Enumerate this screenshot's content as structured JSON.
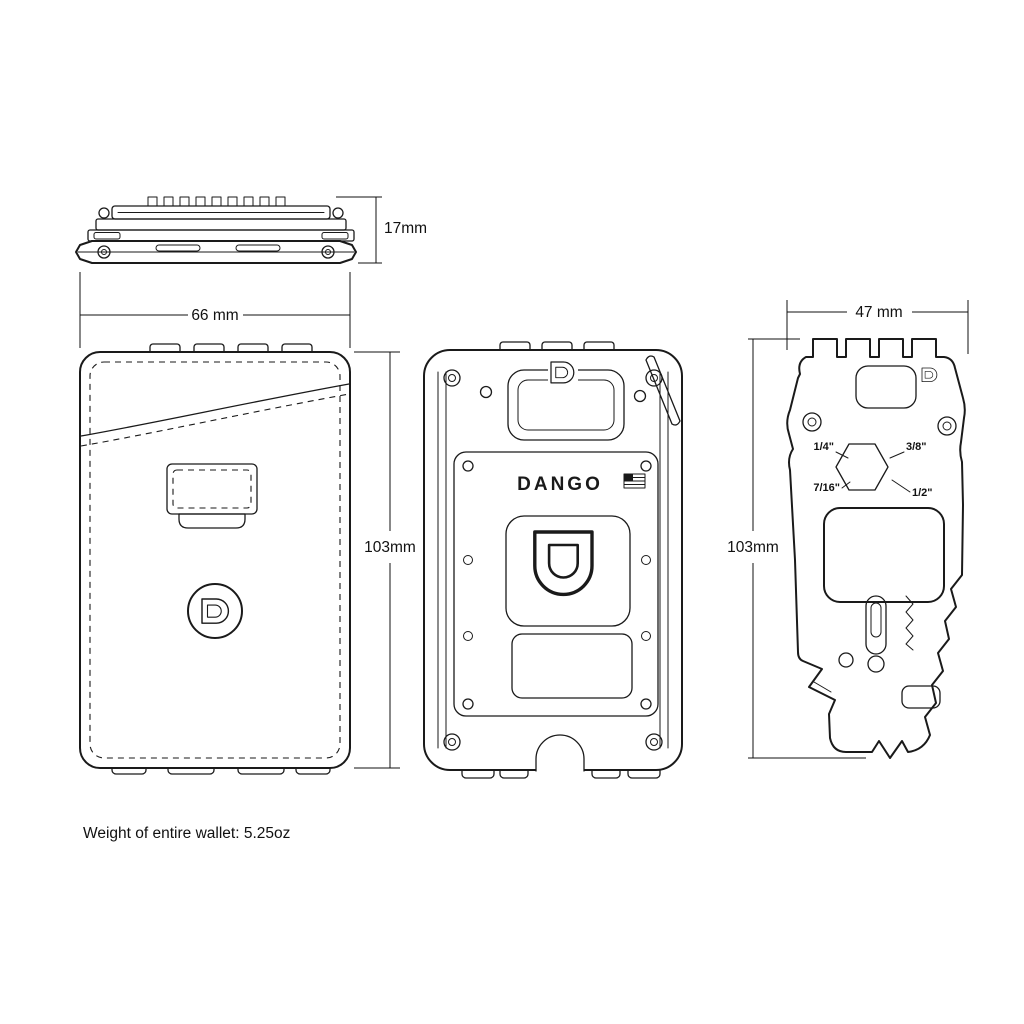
{
  "colors": {
    "line": "#1a1a1a",
    "background": "#ffffff"
  },
  "labels": {
    "dim_side_height": "17mm",
    "dim_front_width": "66 mm",
    "dim_front_height": "103mm",
    "dim_tool_width": "47 mm",
    "dim_tool_height": "103mm"
  },
  "tool_sizes": {
    "quarter": "1/4\"",
    "three_eighth": "3/8\"",
    "seven_sixteenth": "7/16\"",
    "half": "1/2\""
  },
  "brand": "DANGO",
  "footer": {
    "weight_note": "Weight of entire wallet: 5.25oz"
  }
}
